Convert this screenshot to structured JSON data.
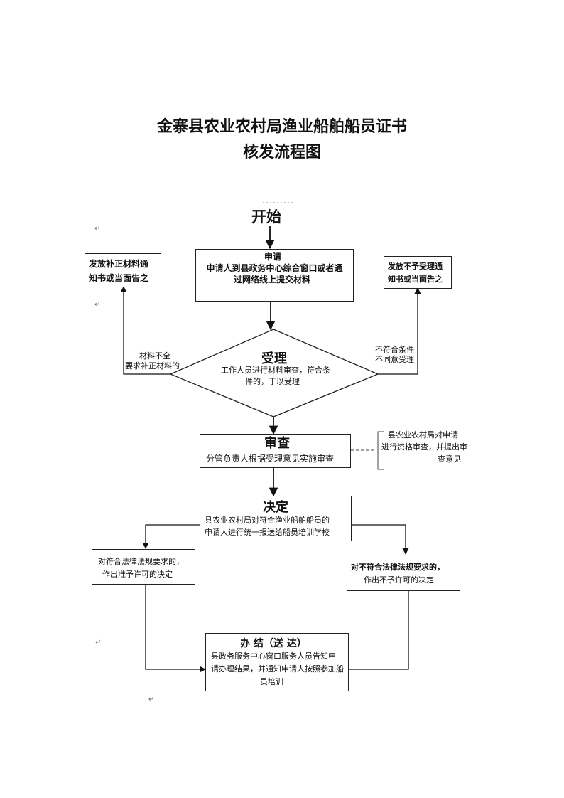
{
  "title": {
    "line1": "金寨县农业农村局渔业船舶船员证书",
    "line2": "核发流程图"
  },
  "start": {
    "label": "开始"
  },
  "apply": {
    "heading": "申请",
    "line1": "申请人到县政务中心综合窗口或者通",
    "line2": "过网络线上提交材料"
  },
  "supplement_notice": {
    "line1": "发放补正材料通",
    "line2": "知书或当面告之"
  },
  "reject_notice": {
    "line1": "发放不予受理通",
    "line2": "知书或当面告之"
  },
  "accept": {
    "heading": "受理",
    "line1": "工作人员进行材料审查，符合条",
    "line2": "件的，于以受理"
  },
  "left_condition": {
    "line1": "材料不全",
    "line2": "要求补正材料的"
  },
  "right_condition": {
    "line1": "不符合条件",
    "line2": "不同意受理"
  },
  "review": {
    "heading": "审查",
    "line1": "分管负责人根据受理意见实施审查"
  },
  "review_note": {
    "line1": "县农业农村局对申请",
    "line2": "进行资格审查，并提出审",
    "line3": "查意见"
  },
  "decision": {
    "heading": "决定",
    "line1": "县农业农村局对符合渔业船舶船员的",
    "line2": "申请人进行统一报送给船员培训学校"
  },
  "approve": {
    "line1": "对符合法律法规要求的，",
    "line2": "作出准予许可的决定"
  },
  "deny": {
    "line1": "对不符合法律法规要求的，",
    "line2": "作出不予许可的决定"
  },
  "complete": {
    "heading": "办 结（送 达）",
    "line1": "县政务服务中心窗口服务人员告知申",
    "line2": "请办理结果，并通知申请人按照参加船",
    "line3": "员培训"
  }
}
